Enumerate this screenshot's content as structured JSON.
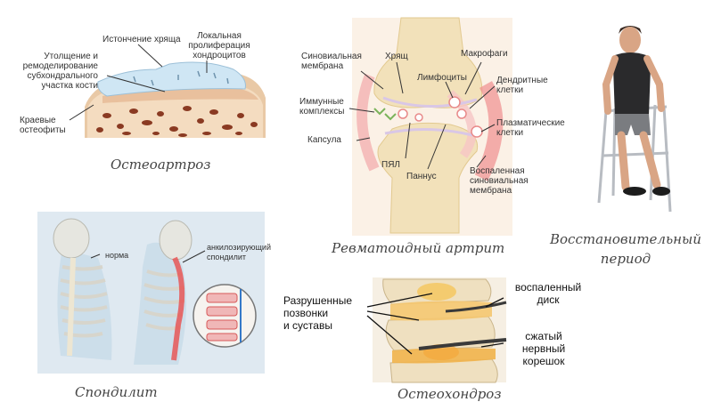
{
  "osteoarthrosis": {
    "caption": "Остеоартроз",
    "labels": {
      "thinning": "Истончение хряща",
      "proliferation_1": "Локальная",
      "proliferation_2": "пролиферация",
      "proliferation_3": "хондроцитов",
      "thickening_1": "Утолщение и",
      "thickening_2": "ремоделирование",
      "thickening_3": "субхондрального",
      "thickening_4": "участка кости",
      "osteophytes_1": "Краевые",
      "osteophytes_2": "остеофиты"
    }
  },
  "rheumatoid": {
    "caption": "Ревматоидный артрит",
    "labels": {
      "synovial_1": "Синовиальная",
      "synovial_2": "мембрана",
      "cartilage": "Хрящ",
      "lymphocytes": "Лимфоциты",
      "macrophages": "Макрофаги",
      "dendritic_1": "Дендритные",
      "dendritic_2": "клетки",
      "immune_1": "Иммунные",
      "immune_2": "комплексы",
      "plasma_1": "Плазматические",
      "plasma_2": "клетки",
      "capsule": "Капсула",
      "pyal": "ПЯЛ",
      "pannus": "Паннус",
      "inflamed_1": "Воспаленная",
      "inflamed_2": "синовиальная",
      "inflamed_3": "мембрана"
    }
  },
  "recovery": {
    "caption_1": "Восстановительный",
    "caption_2": "период"
  },
  "spondylitis": {
    "caption": "Спондилит",
    "labels": {
      "norm": "норма",
      "ankylosing_1": "анкилозирующий",
      "ankylosing_2": "спондилит"
    }
  },
  "osteochondrosis": {
    "caption": "Остеохондроз",
    "labels": {
      "destroyed_1": "Разрушенные",
      "destroyed_2": "позвонки",
      "destroyed_3": "и суставы",
      "disc_1": "воспаленный",
      "disc_2": "диск",
      "nerve_1": "сжатый",
      "nerve_2": "нервный",
      "nerve_3": "корешок"
    }
  }
}
